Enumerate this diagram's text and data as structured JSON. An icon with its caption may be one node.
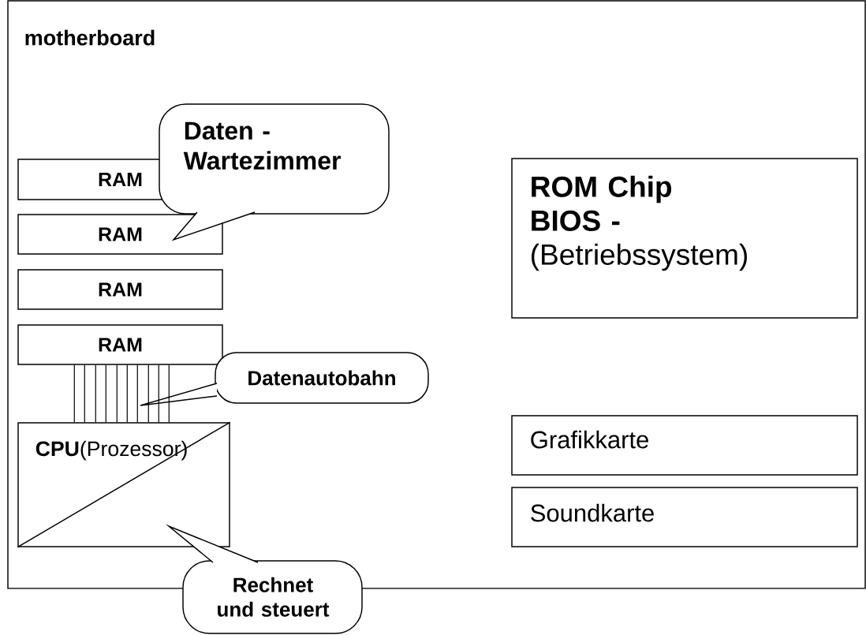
{
  "diagram": {
    "nodes": [
      {
        "text": [
          "motherboard"
        ]
      },
      {
        "text": [
          "RAM"
        ],
        "in": 0
      },
      {
        "text": [
          "RAM"
        ],
        "in": 0
      },
      {
        "text": [
          "RAM"
        ],
        "in": 0
      },
      {
        "text": [
          "RAM"
        ],
        "in": 0
      },
      {
        "text": [
          "Daten - Wartezimmer"
        ],
        "in": 0
      },
      {
        "text": [
          "ROM Chip BIOS -",
          "(Betriebssystem)"
        ],
        "in": 0
      },
      {
        "text": [
          "Datenautobahn"
        ],
        "in": 0
      },
      {
        "text": [
          "**CPU**(Prozessor)"
        ],
        "in": 0
      },
      {
        "text": [
          "Grafikkarte"
        ],
        "in": 0
      },
      {
        "text": [
          "Soundkarte"
        ],
        "in": 0
      },
      {
        "text": [
          "Rechnet und steuert"
        ]
      }
    ],
    "edges": [
      {
        "from": 4,
        "to": 8,
        "arrow": "none"
      },
      {
        "from": 4,
        "to": 8,
        "arrow": "none"
      },
      {
        "from": 4,
        "to": 8,
        "arrow": "none"
      },
      {
        "from": 4,
        "to": 8,
        "arrow": "none"
      },
      {
        "from": 4,
        "to": 8,
        "arrow": "none"
      },
      {
        "from": 4,
        "to": 8,
        "arrow": "none"
      },
      {
        "from": 4,
        "to": 8,
        "arrow": "none"
      },
      {
        "from": 4,
        "to": 8,
        "arrow": "none"
      },
      {
        "from": 4,
        "to": 8,
        "arrow": "none"
      },
      {
        "from": 4,
        "to": 8,
        "arrow": "none"
      }
    ]
  }
}
